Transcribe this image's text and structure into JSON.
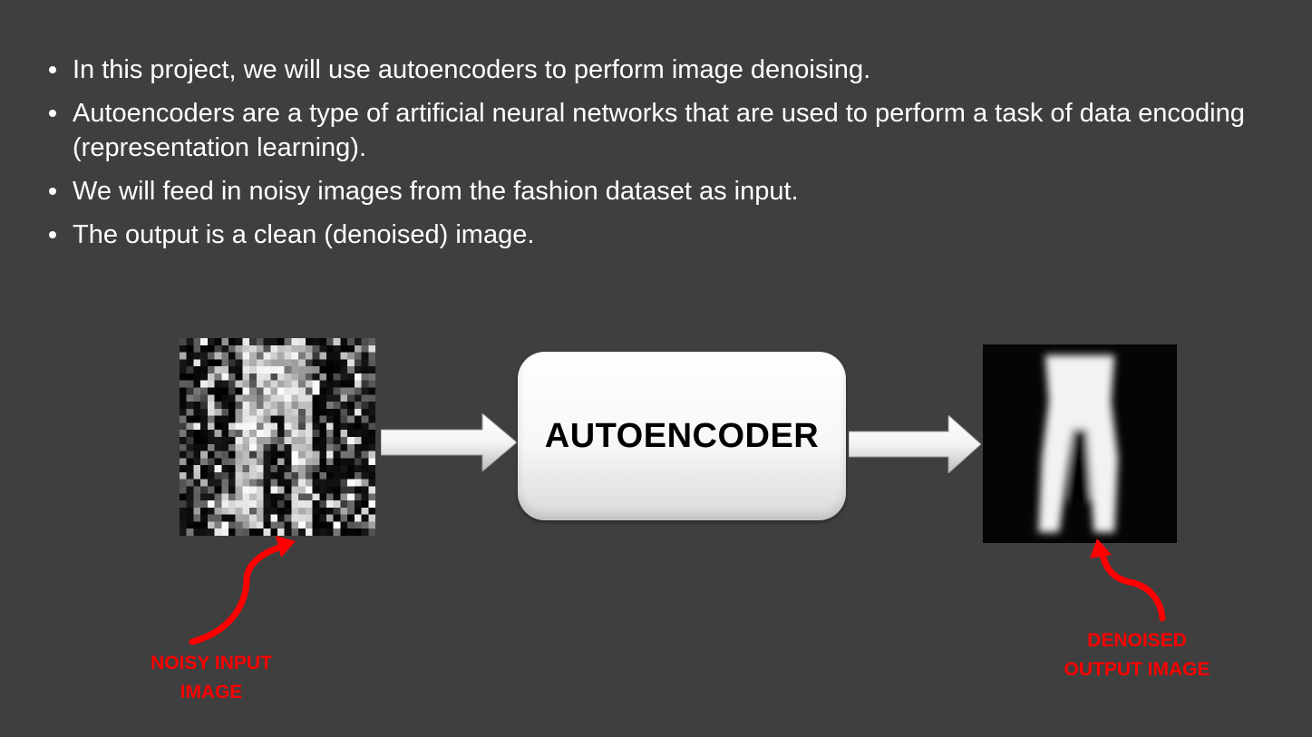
{
  "bullets": [
    "In this project, we will use autoencoders to perform image denoising.",
    "Autoencoders are a type of artificial neural networks that are used to perform a task of data encoding (representation learning).",
    "We will feed in noisy images from the fashion dataset as input.",
    "The output is a clean (denoised) image."
  ],
  "diagram": {
    "box_label": "AUTOENCODER",
    "input_caption": "NOISY INPUT\nIMAGE",
    "output_caption": "DENOISED\nOUTPUT IMAGE"
  },
  "colors": {
    "background": "#3f3f3f",
    "text": "#ffffff",
    "caption": "#ff0000",
    "pointer": "#ff0000"
  },
  "icons": {
    "arrow": "right-arrow-icon",
    "pointer": "curved-pointer-arrow-icon"
  }
}
